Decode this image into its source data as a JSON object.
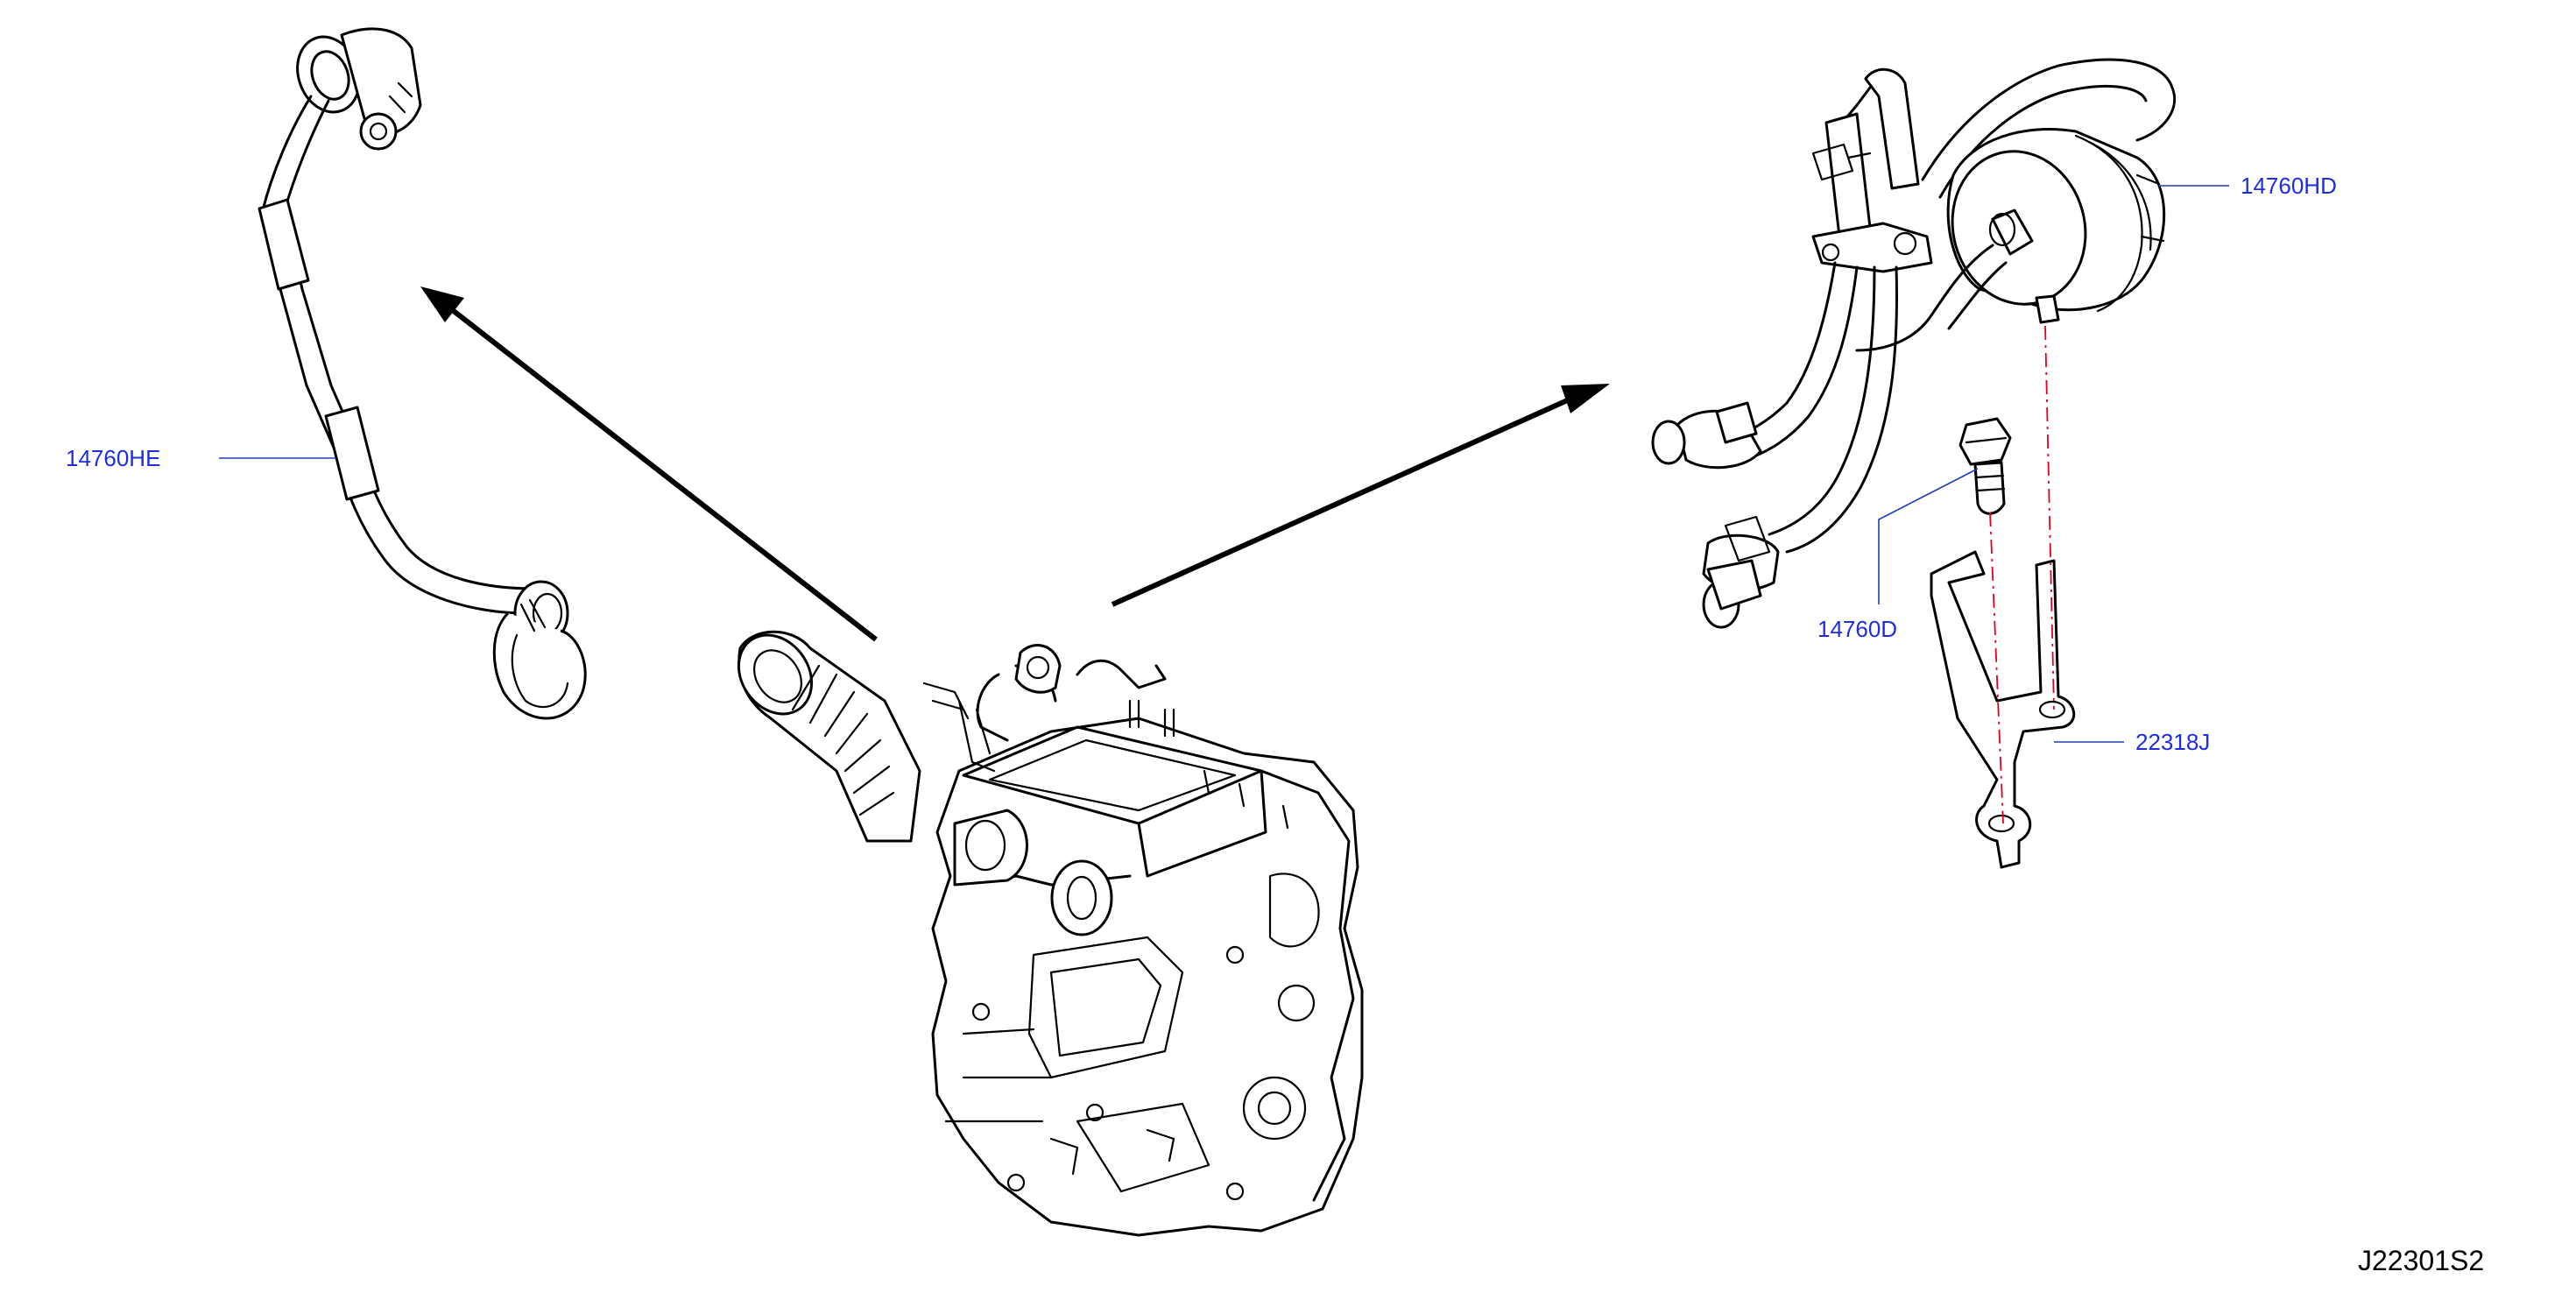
{
  "parts": [
    {
      "id": "hose-left",
      "label": "14760HE"
    },
    {
      "id": "canister-hose",
      "label": "14760HD"
    },
    {
      "id": "bolt",
      "label": "14760D"
    },
    {
      "id": "bracket",
      "label": "22318J"
    }
  ],
  "diagram_id": "J22301S2",
  "colors": {
    "label": "#1f2de0",
    "centerline": "#e3001b",
    "line": "#000000"
  }
}
